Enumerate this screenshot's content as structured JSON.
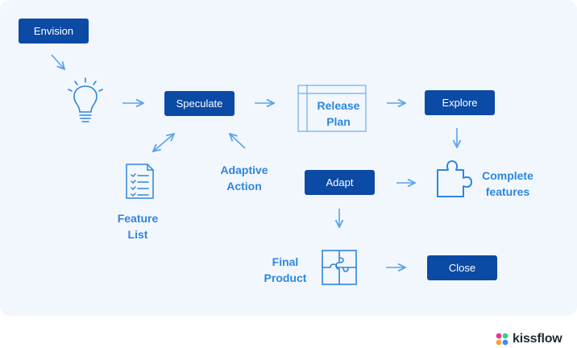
{
  "nodes": {
    "envision": "Envision",
    "speculate": "Speculate",
    "explore": "Explore",
    "adapt": "Adapt",
    "close": "Close"
  },
  "labels": {
    "release_plan_1": "Release",
    "release_plan_2": "Plan",
    "feature_list_1": "Feature",
    "feature_list_2": "List",
    "adaptive_action_1": "Adaptive",
    "adaptive_action_2": "Action",
    "complete_features_1": "Complete",
    "complete_features_2": "features",
    "final_product_1": "Final",
    "final_product_2": "Product"
  },
  "brand": {
    "name": "kissflow"
  },
  "colors": {
    "node_fill": "#0b4aa5",
    "label_text": "#2e86de",
    "arrow": "#5aa3ea",
    "background": "#f2f7fd"
  }
}
